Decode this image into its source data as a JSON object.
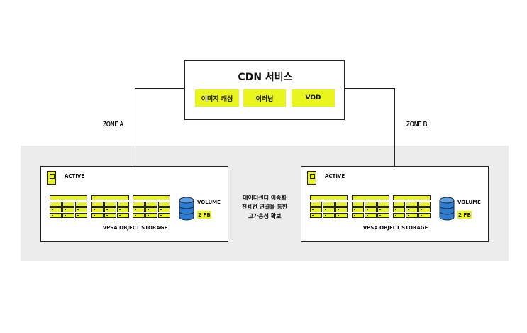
{
  "cdn": {
    "title": "CDN 서비스",
    "chips": [
      "이미지 캐싱",
      "이러닝",
      "VOD"
    ]
  },
  "zones": {
    "a": "ZONE A",
    "b": "ZONE B"
  },
  "panels": {
    "active_label": "ACTIVE",
    "volume_label": "VOLUME",
    "capacity": "2 PB",
    "storage_label": "VPSA OBJECT STORAGE"
  },
  "connection": {
    "line1": "데이터센터 이중화",
    "line2": "전용선 연결을 통한",
    "line3": "고가용성 확보"
  },
  "colors": {
    "accent": "#e9f51d",
    "volume": "#2b7cd3",
    "band": "#ececec"
  }
}
